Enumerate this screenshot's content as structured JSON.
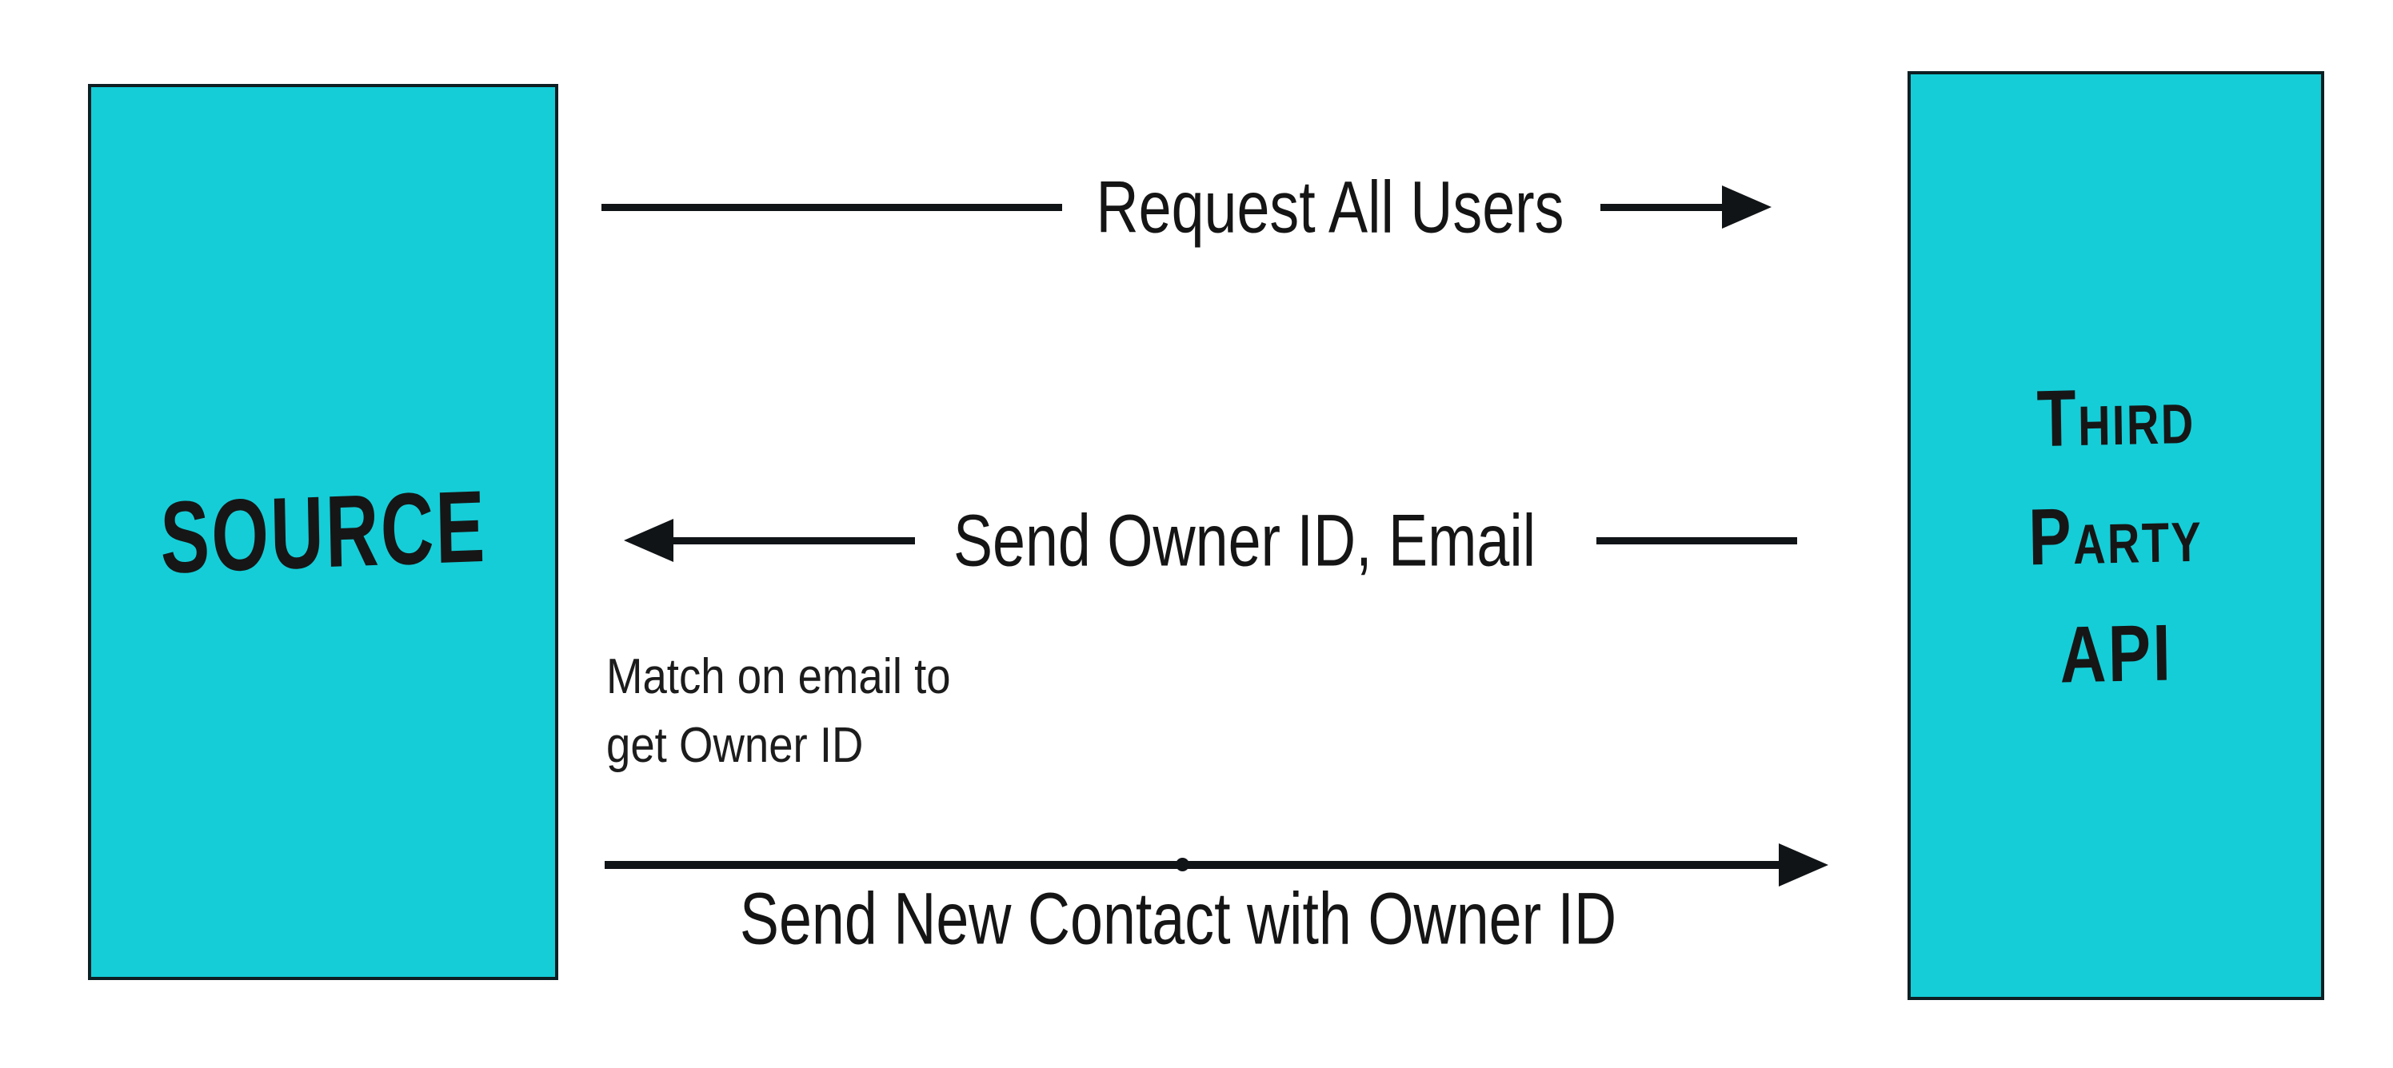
{
  "diagram": {
    "background_color": "#ffffff",
    "accent_color": "#15cdd7",
    "line_color": "#111417",
    "source_box": {
      "label": "SOURCE"
    },
    "third_party_box": {
      "label_lines": [
        "Third",
        "Party",
        "API"
      ]
    },
    "arrows": [
      {
        "id": "request-all-users",
        "label": "Request All Users",
        "direction": "right",
        "from": "SOURCE",
        "to": "THIRD PARTY API"
      },
      {
        "id": "send-owner-id-email",
        "label": "Send Owner ID, Email",
        "direction": "left",
        "from": "THIRD PARTY API",
        "to": "SOURCE"
      },
      {
        "id": "send-new-contact",
        "label": "Send New Contact with Owner ID",
        "direction": "right",
        "from": "SOURCE",
        "to": "THIRD PARTY API"
      }
    ],
    "note": {
      "line1": "Match on email to",
      "line2": "get Owner ID"
    }
  }
}
